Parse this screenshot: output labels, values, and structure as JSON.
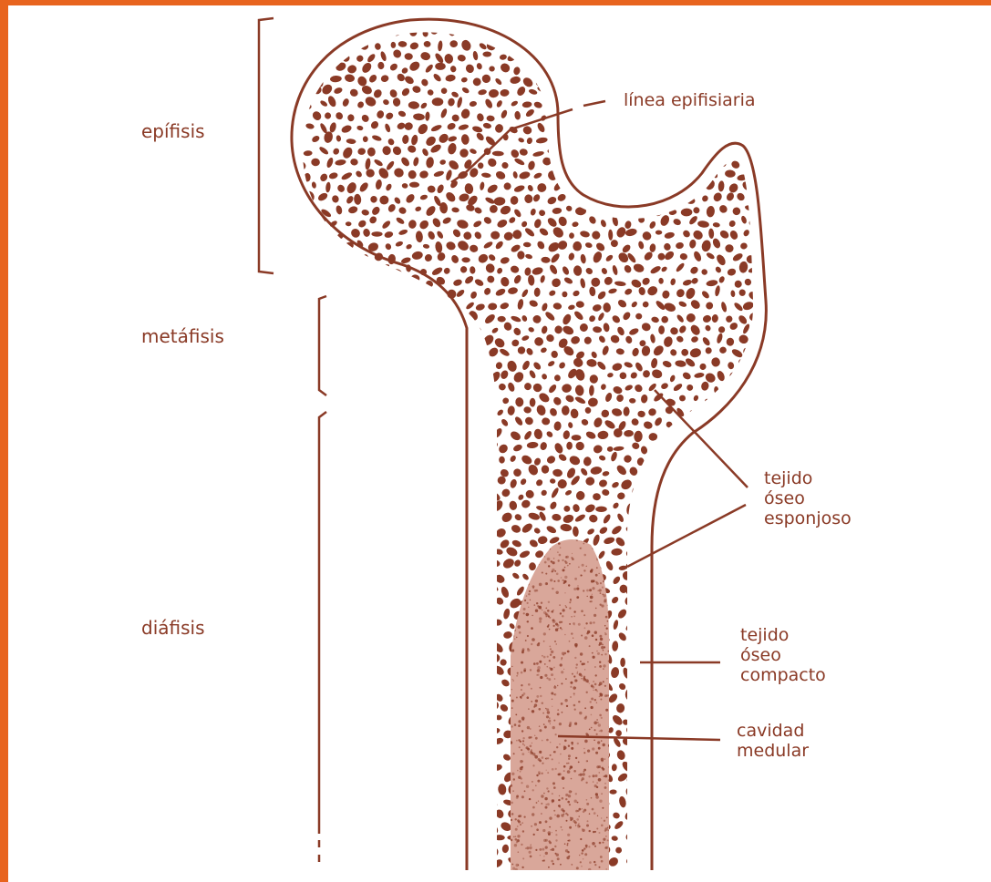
{
  "colors": {
    "border_accent": "#e8641e",
    "ink": "#8a3a26",
    "compact_tissue": "#d9a79a",
    "background": "#ffffff"
  },
  "labels": {
    "epifisis": "epífisis",
    "metafisis": "metáfisis",
    "diafisis": "diáfisis",
    "linea_epifisiaria": "línea epifisiaria",
    "tejido_esponjoso": [
      "tejido",
      "óseo",
      "esponjoso"
    ],
    "tejido_compacto": [
      "tejido",
      "óseo",
      "compacto"
    ],
    "cavidad_medular": [
      "cavidad",
      "medular"
    ]
  }
}
